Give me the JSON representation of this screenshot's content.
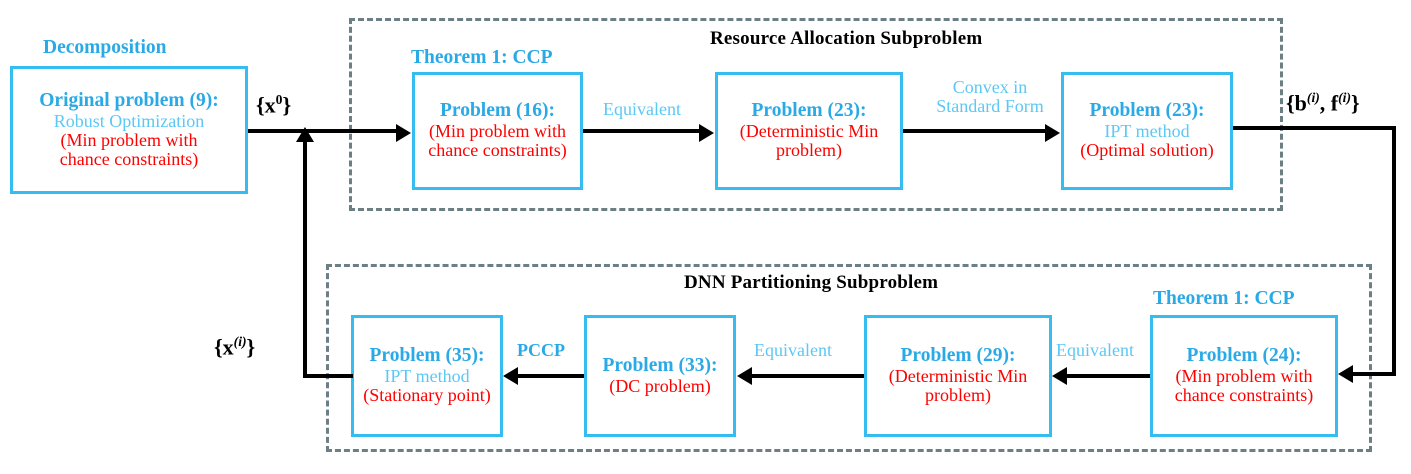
{
  "diagram": {
    "decomposition_caption": "Decomposition",
    "groups": [
      {
        "id": "resource-allocation",
        "title": "Resource Allocation Subproblem"
      },
      {
        "id": "dnn-partitioning",
        "title": "DNN Partitioning Subproblem"
      }
    ],
    "boxes": [
      {
        "id": "original-problem-9",
        "title": "Original problem (9):",
        "method": "Robust Optimization",
        "note": [
          "(Min problem with",
          "chance constraints)"
        ],
        "caption": "Decomposition"
      },
      {
        "id": "problem-16",
        "title": "Problem (16):",
        "method": "",
        "note": [
          "(Min problem with",
          "chance constraints)"
        ],
        "caption": "Theorem 1: CCP"
      },
      {
        "id": "problem-23-deterministic",
        "title": "Problem (23):",
        "method": "",
        "note": [
          "(Deterministic Min",
          "problem)"
        ],
        "caption": ""
      },
      {
        "id": "problem-23-ipt",
        "title": "Problem (23):",
        "method": "IPT method",
        "note": [
          "(Optimal solution)"
        ],
        "caption": ""
      },
      {
        "id": "problem-35",
        "title": "Problem (35):",
        "method": "IPT method",
        "note": [
          "(Stationary point)"
        ],
        "caption": ""
      },
      {
        "id": "problem-33",
        "title": "Problem (33):",
        "method": "",
        "note": [
          "(DC problem)"
        ],
        "caption": ""
      },
      {
        "id": "problem-29",
        "title": "Problem (29):",
        "method": "",
        "note": [
          "(Deterministic Min",
          "problem)"
        ],
        "caption": ""
      },
      {
        "id": "problem-24",
        "title": "Problem (24):",
        "method": "",
        "note": [
          "(Min problem with",
          "chance constraints)"
        ],
        "caption": "Theorem 1: CCP"
      }
    ],
    "edge_labels": {
      "equivalent_16_to_23": "Equivalent",
      "convex_standard_form": [
        "Convex in",
        "Standard Form"
      ],
      "pccp": "PCCP",
      "equivalent_33_to_35": "Equivalent",
      "equivalent_29_to_33": "Equivalent",
      "equivalent_24_to_29": "Equivalent"
    },
    "signals": {
      "x0_open": "{",
      "x0_base": "x",
      "x0_sup": "0",
      "x0_close": "}",
      "xi_open": "{",
      "xi_base": "x",
      "xi_sup": "(i)",
      "xi_close": "}",
      "bf_open": "{",
      "bf_b": "b",
      "bf_b_sup": "(i)",
      "bf_comma": ", ",
      "bf_f": "f",
      "bf_f_sup": "(i)",
      "bf_close": "}"
    },
    "colors": {
      "cyan_bold": "#29a9e6",
      "cyan_light": "#5bc8f5",
      "box_border": "#35bdf2",
      "red": "#ff0000",
      "dash_gray": "#6b7f85",
      "black": "#000000"
    }
  }
}
